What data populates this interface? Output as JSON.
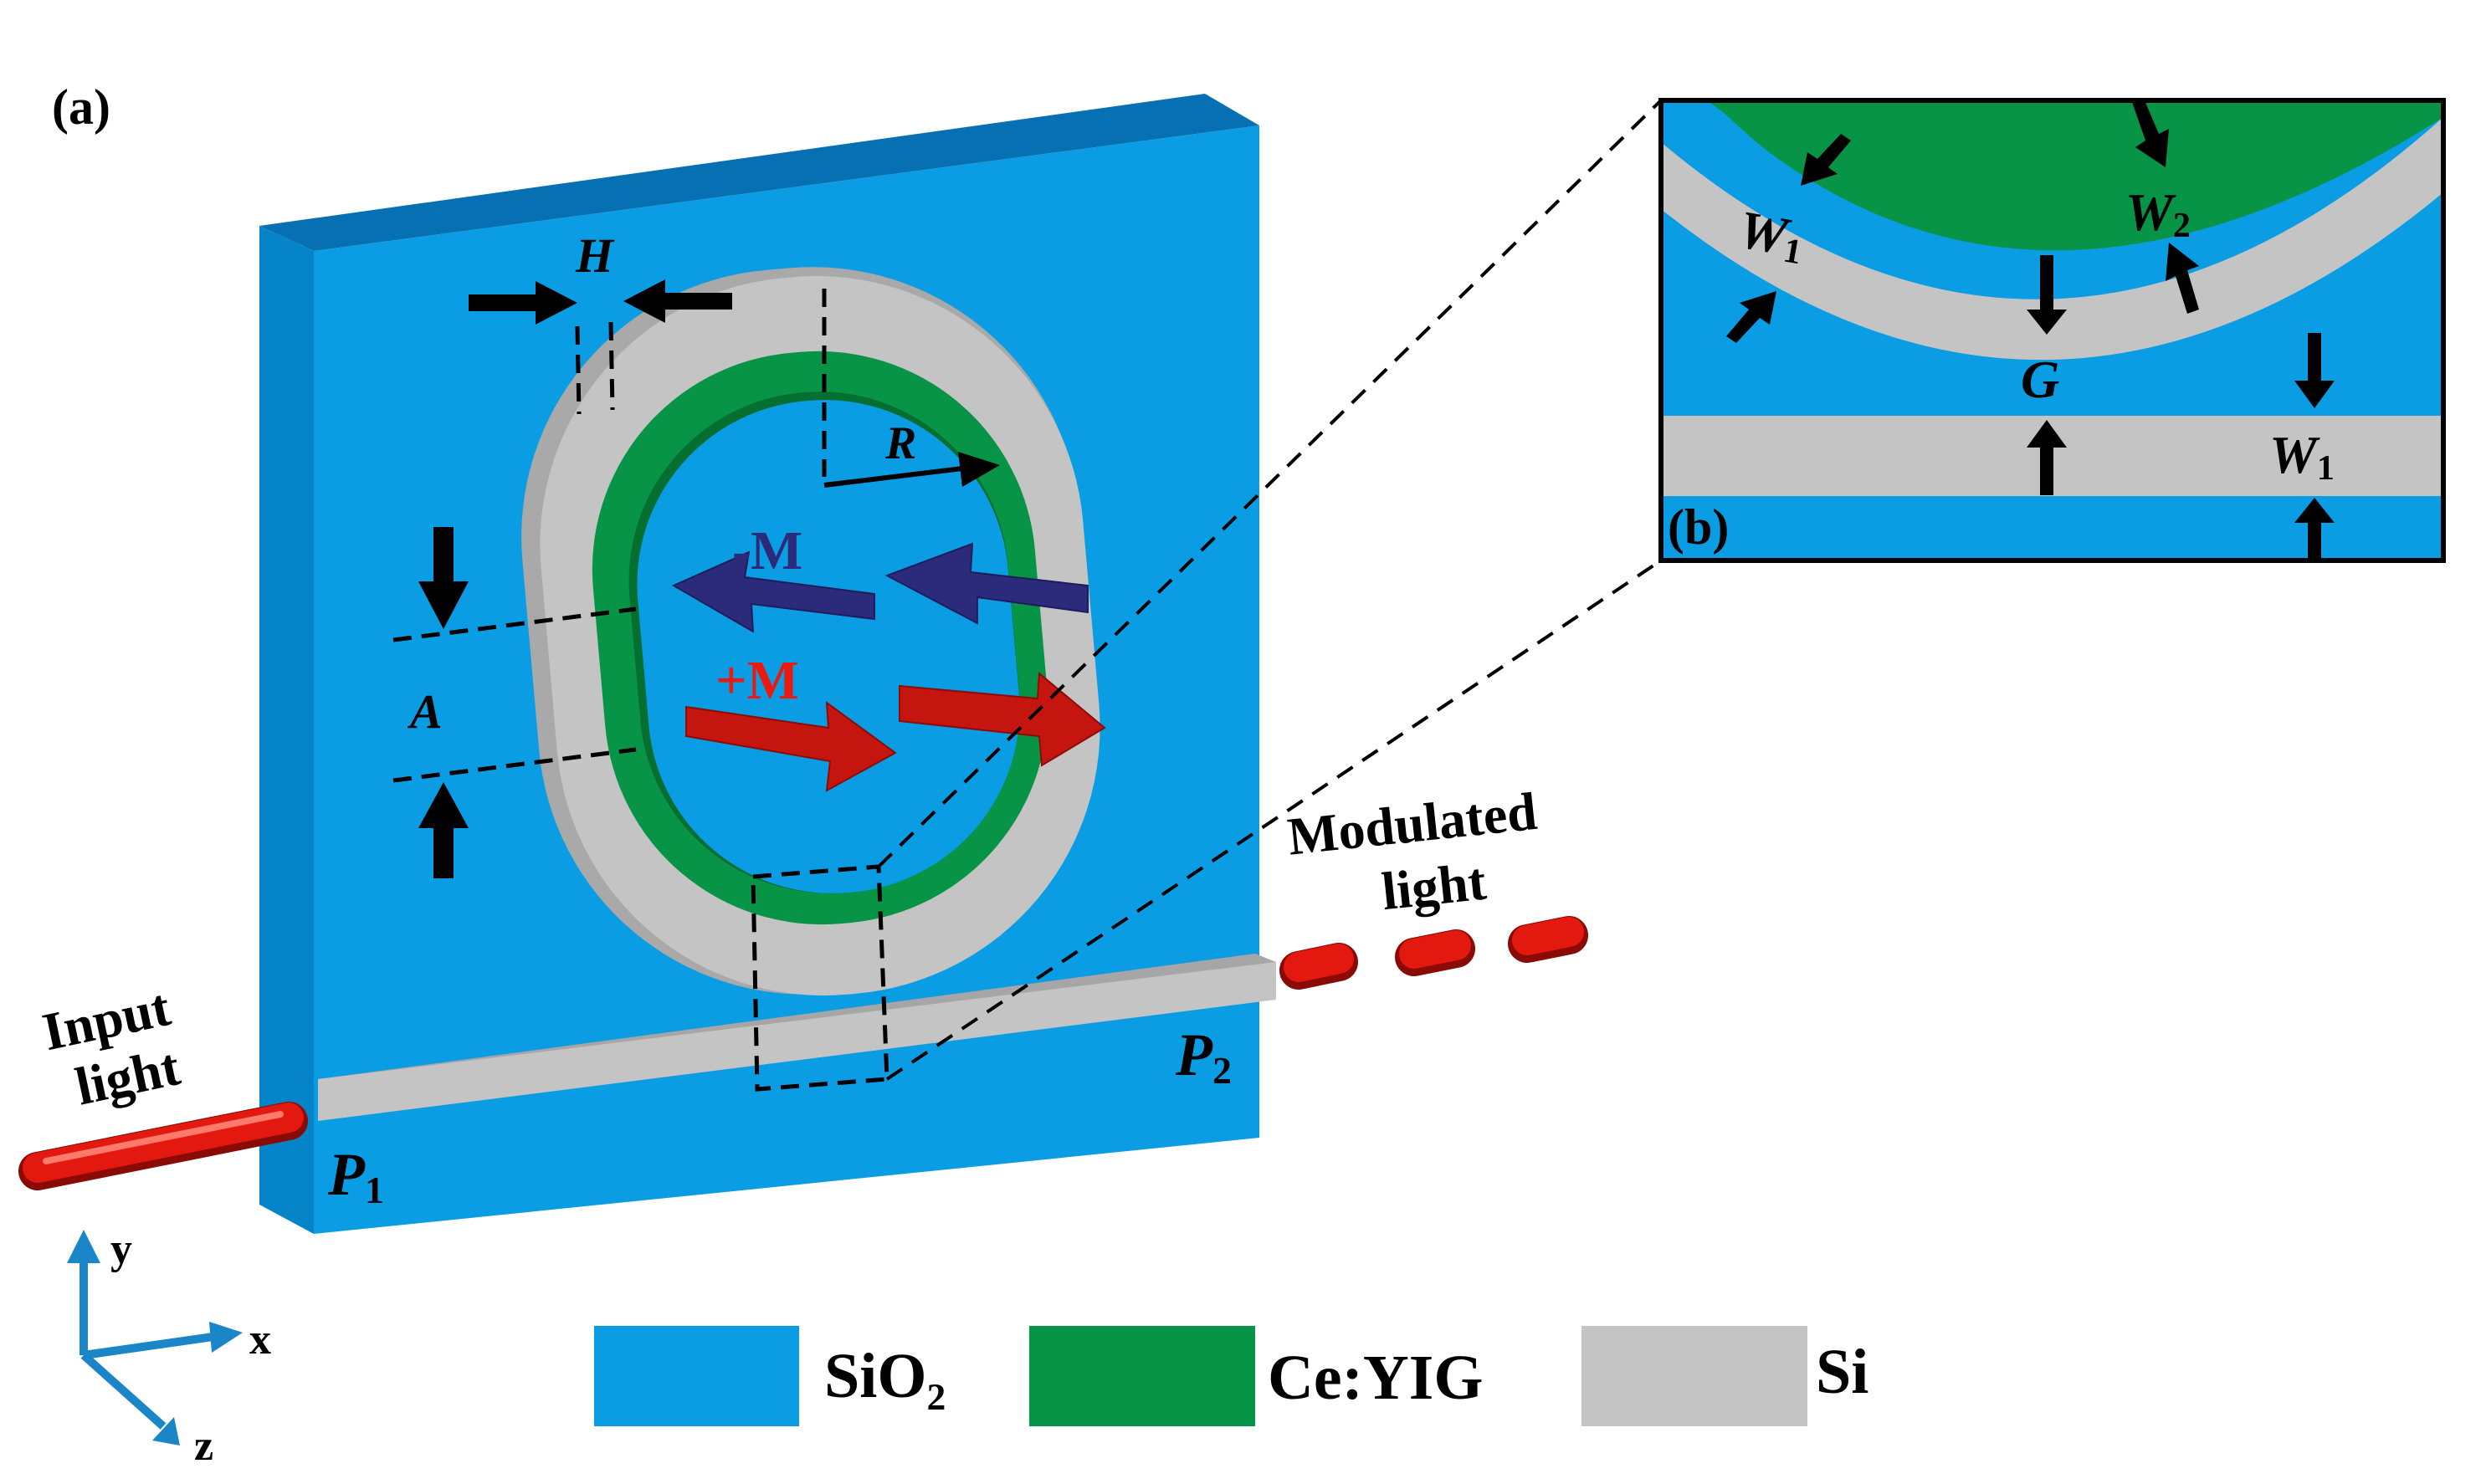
{
  "panel_a": {
    "label": "(a)",
    "dims": {
      "H": "H",
      "R": "R",
      "A": "A"
    },
    "magnetization": {
      "minus": "-M",
      "plus": "+M"
    },
    "ports": {
      "p1": "P",
      "p1_sub": "1",
      "p2": "P",
      "p2_sub": "2"
    },
    "input": {
      "line1": "Input",
      "line2": "light"
    },
    "output": {
      "line1": "Modulated",
      "line2": "light"
    },
    "axes": {
      "y": "y",
      "x": "x",
      "z": "z"
    }
  },
  "panel_b": {
    "label": "(b)",
    "dims": {
      "W1": "W",
      "W1_sub": "1",
      "W2": "W",
      "W2_sub": "2",
      "G": "G"
    }
  },
  "legend": [
    {
      "label": "SiO₂",
      "color": "#0b9de3"
    },
    {
      "label": "Ce:YIG",
      "color": "#079446"
    },
    {
      "label": "Si",
      "color": "#c4c4c4"
    }
  ],
  "colors": {
    "substrate_face": "#0b9de3",
    "substrate_top": "#0670b2",
    "substrate_side": "#0585c8",
    "ceyig": "#079446",
    "si": "#c4c4c4",
    "minus_m": "#2c2a7a",
    "plus_m": "#c4150f",
    "axis": "#1a86c7"
  }
}
